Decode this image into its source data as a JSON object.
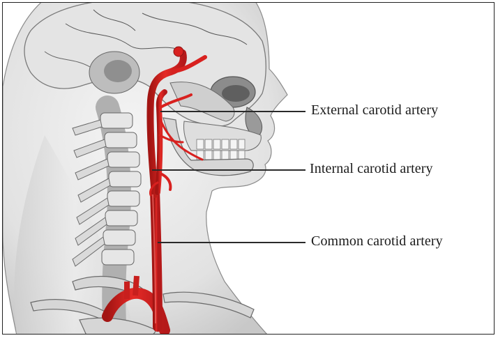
{
  "labels": {
    "external": "External carotid artery",
    "internal": "Internal carotid artery",
    "common": "Common carotid artery"
  },
  "colors": {
    "artery": "#d8211f",
    "artery_dark": "#9e1412",
    "bone": "#d9d9d9",
    "bone_shadow": "#9a9a9a",
    "skin": "#ececec",
    "outline": "#6d6d6d"
  },
  "icons": [
    "skull",
    "cervical-spine",
    "clavicle",
    "carotid-arteries"
  ]
}
